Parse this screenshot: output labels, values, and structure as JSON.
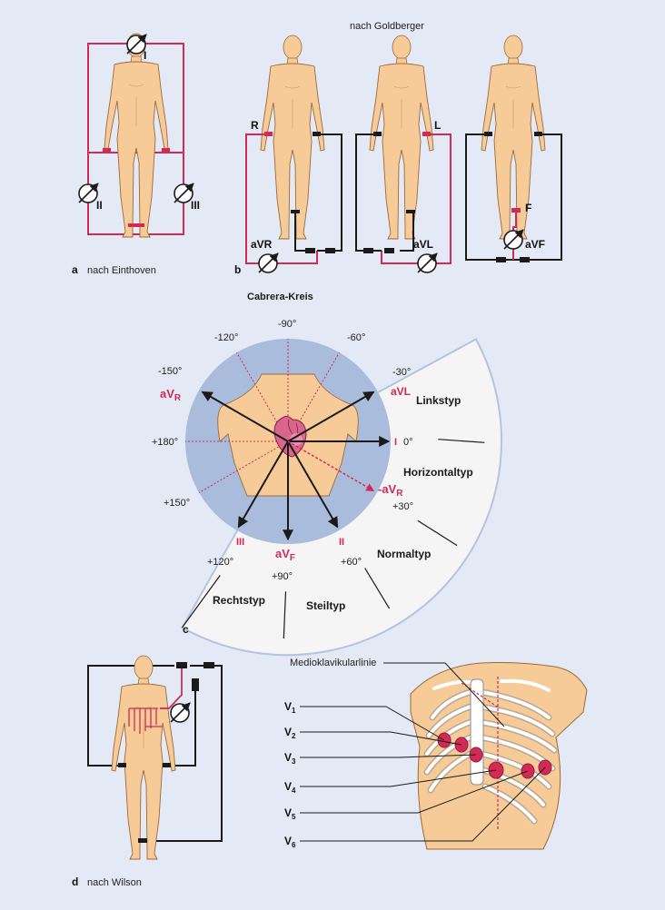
{
  "panel_a": {
    "letter": "a",
    "caption": "nach Einthoven",
    "leads": [
      "I",
      "II",
      "III"
    ]
  },
  "panel_b": {
    "letter": "b",
    "title": "nach Goldberger",
    "electrodes": [
      "R",
      "L",
      "F"
    ],
    "leads": [
      "aVR",
      "aVL",
      "aVF"
    ]
  },
  "panel_c": {
    "letter": "c",
    "title": "Cabrera-Kreis",
    "angles": [
      "-90°",
      "-120°",
      "-60°",
      "-150°",
      "-30°",
      "+180°",
      "0°",
      "+150°",
      "+30°",
      "+120°",
      "+90°",
      "+60°"
    ],
    "leads": {
      "avr": "aV",
      "avr_sub": "R",
      "avl": "aVL",
      "i": "I",
      "neg_avr": "-aV",
      "neg_avr_sub": "R",
      "avf": "aV",
      "avf_sub": "F",
      "ii": "II",
      "iii": "III"
    },
    "types": [
      "Linkstyp",
      "Horizontaltyp",
      "Normaltyp",
      "Steiltyp",
      "Rechtstyp"
    ]
  },
  "panel_d": {
    "letter": "d",
    "caption": "nach Wilson",
    "line_label": "Medioklavikularlinie",
    "leads": [
      {
        "name": "V",
        "sub": "1"
      },
      {
        "name": "V",
        "sub": "2"
      },
      {
        "name": "V",
        "sub": "3"
      },
      {
        "name": "V",
        "sub": "4"
      },
      {
        "name": "V",
        "sub": "5"
      },
      {
        "name": "V",
        "sub": "6"
      }
    ]
  },
  "colors": {
    "background": "#e4e9f6",
    "accent": "#d22a55",
    "skin": "#f6cb97",
    "circle": "#a9bcdc",
    "sector": "#f5f5f5"
  }
}
